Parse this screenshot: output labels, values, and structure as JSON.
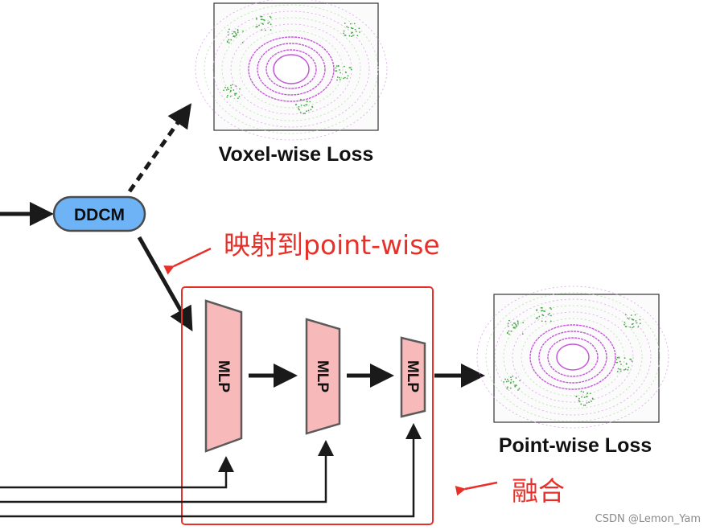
{
  "ddcm": {
    "label": "DDCM"
  },
  "voxel_loss": {
    "label": "Voxel-wise Loss"
  },
  "point_loss": {
    "label": "Point-wise Loss"
  },
  "mlp_blocks": [
    {
      "label": "MLP"
    },
    {
      "label": "MLP"
    },
    {
      "label": "MLP"
    }
  ],
  "annotations": {
    "mapping": "映射到point-wise",
    "fusion": "融合"
  },
  "watermark": "CSDN @Lemon_Yam",
  "colors": {
    "ddcm_fill": "#6db3f5",
    "mlp_fill": "#f7b9b9",
    "annotation_red": "#e8302a",
    "arrow": "#1a1a1a",
    "voxel_points": "#c25ad6",
    "vegetation": "#4aa84a"
  }
}
